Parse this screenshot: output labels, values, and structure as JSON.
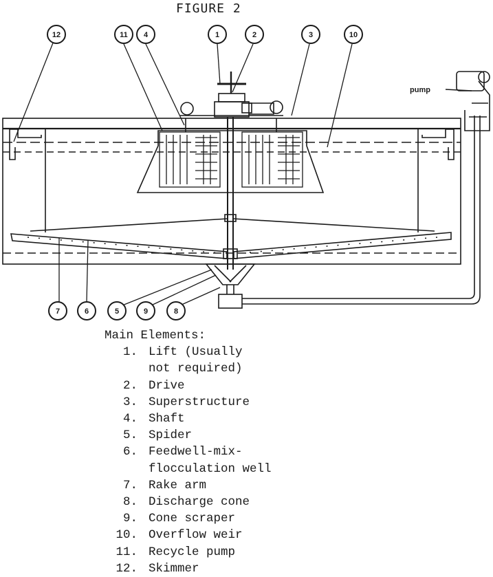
{
  "figure": {
    "title": "FIGURE 2",
    "pump_label": "pump",
    "callouts": [
      "12",
      "11",
      "4",
      "1",
      "2",
      "3",
      "10",
      "7",
      "6",
      "5",
      "9",
      "8"
    ]
  },
  "legend": {
    "title": "Main Elements:",
    "items": [
      {
        "num": "1.",
        "lines": [
          "Lift (Usually",
          "not required)"
        ]
      },
      {
        "num": "2.",
        "lines": [
          "Drive"
        ]
      },
      {
        "num": "3.",
        "lines": [
          "Superstructure"
        ]
      },
      {
        "num": "4.",
        "lines": [
          "Shaft"
        ]
      },
      {
        "num": "5.",
        "lines": [
          "Spider"
        ]
      },
      {
        "num": "6.",
        "lines": [
          "Feedwell-mix-",
          "flocculation well"
        ]
      },
      {
        "num": "7.",
        "lines": [
          "Rake arm"
        ]
      },
      {
        "num": "8.",
        "lines": [
          "Discharge cone"
        ]
      },
      {
        "num": "9.",
        "lines": [
          "Cone scraper"
        ]
      },
      {
        "num": "10.",
        "lines": [
          "Overflow weir"
        ]
      },
      {
        "num": "11.",
        "lines": [
          "Recycle pump"
        ]
      },
      {
        "num": "12.",
        "lines": [
          "Skimmer"
        ]
      }
    ]
  }
}
